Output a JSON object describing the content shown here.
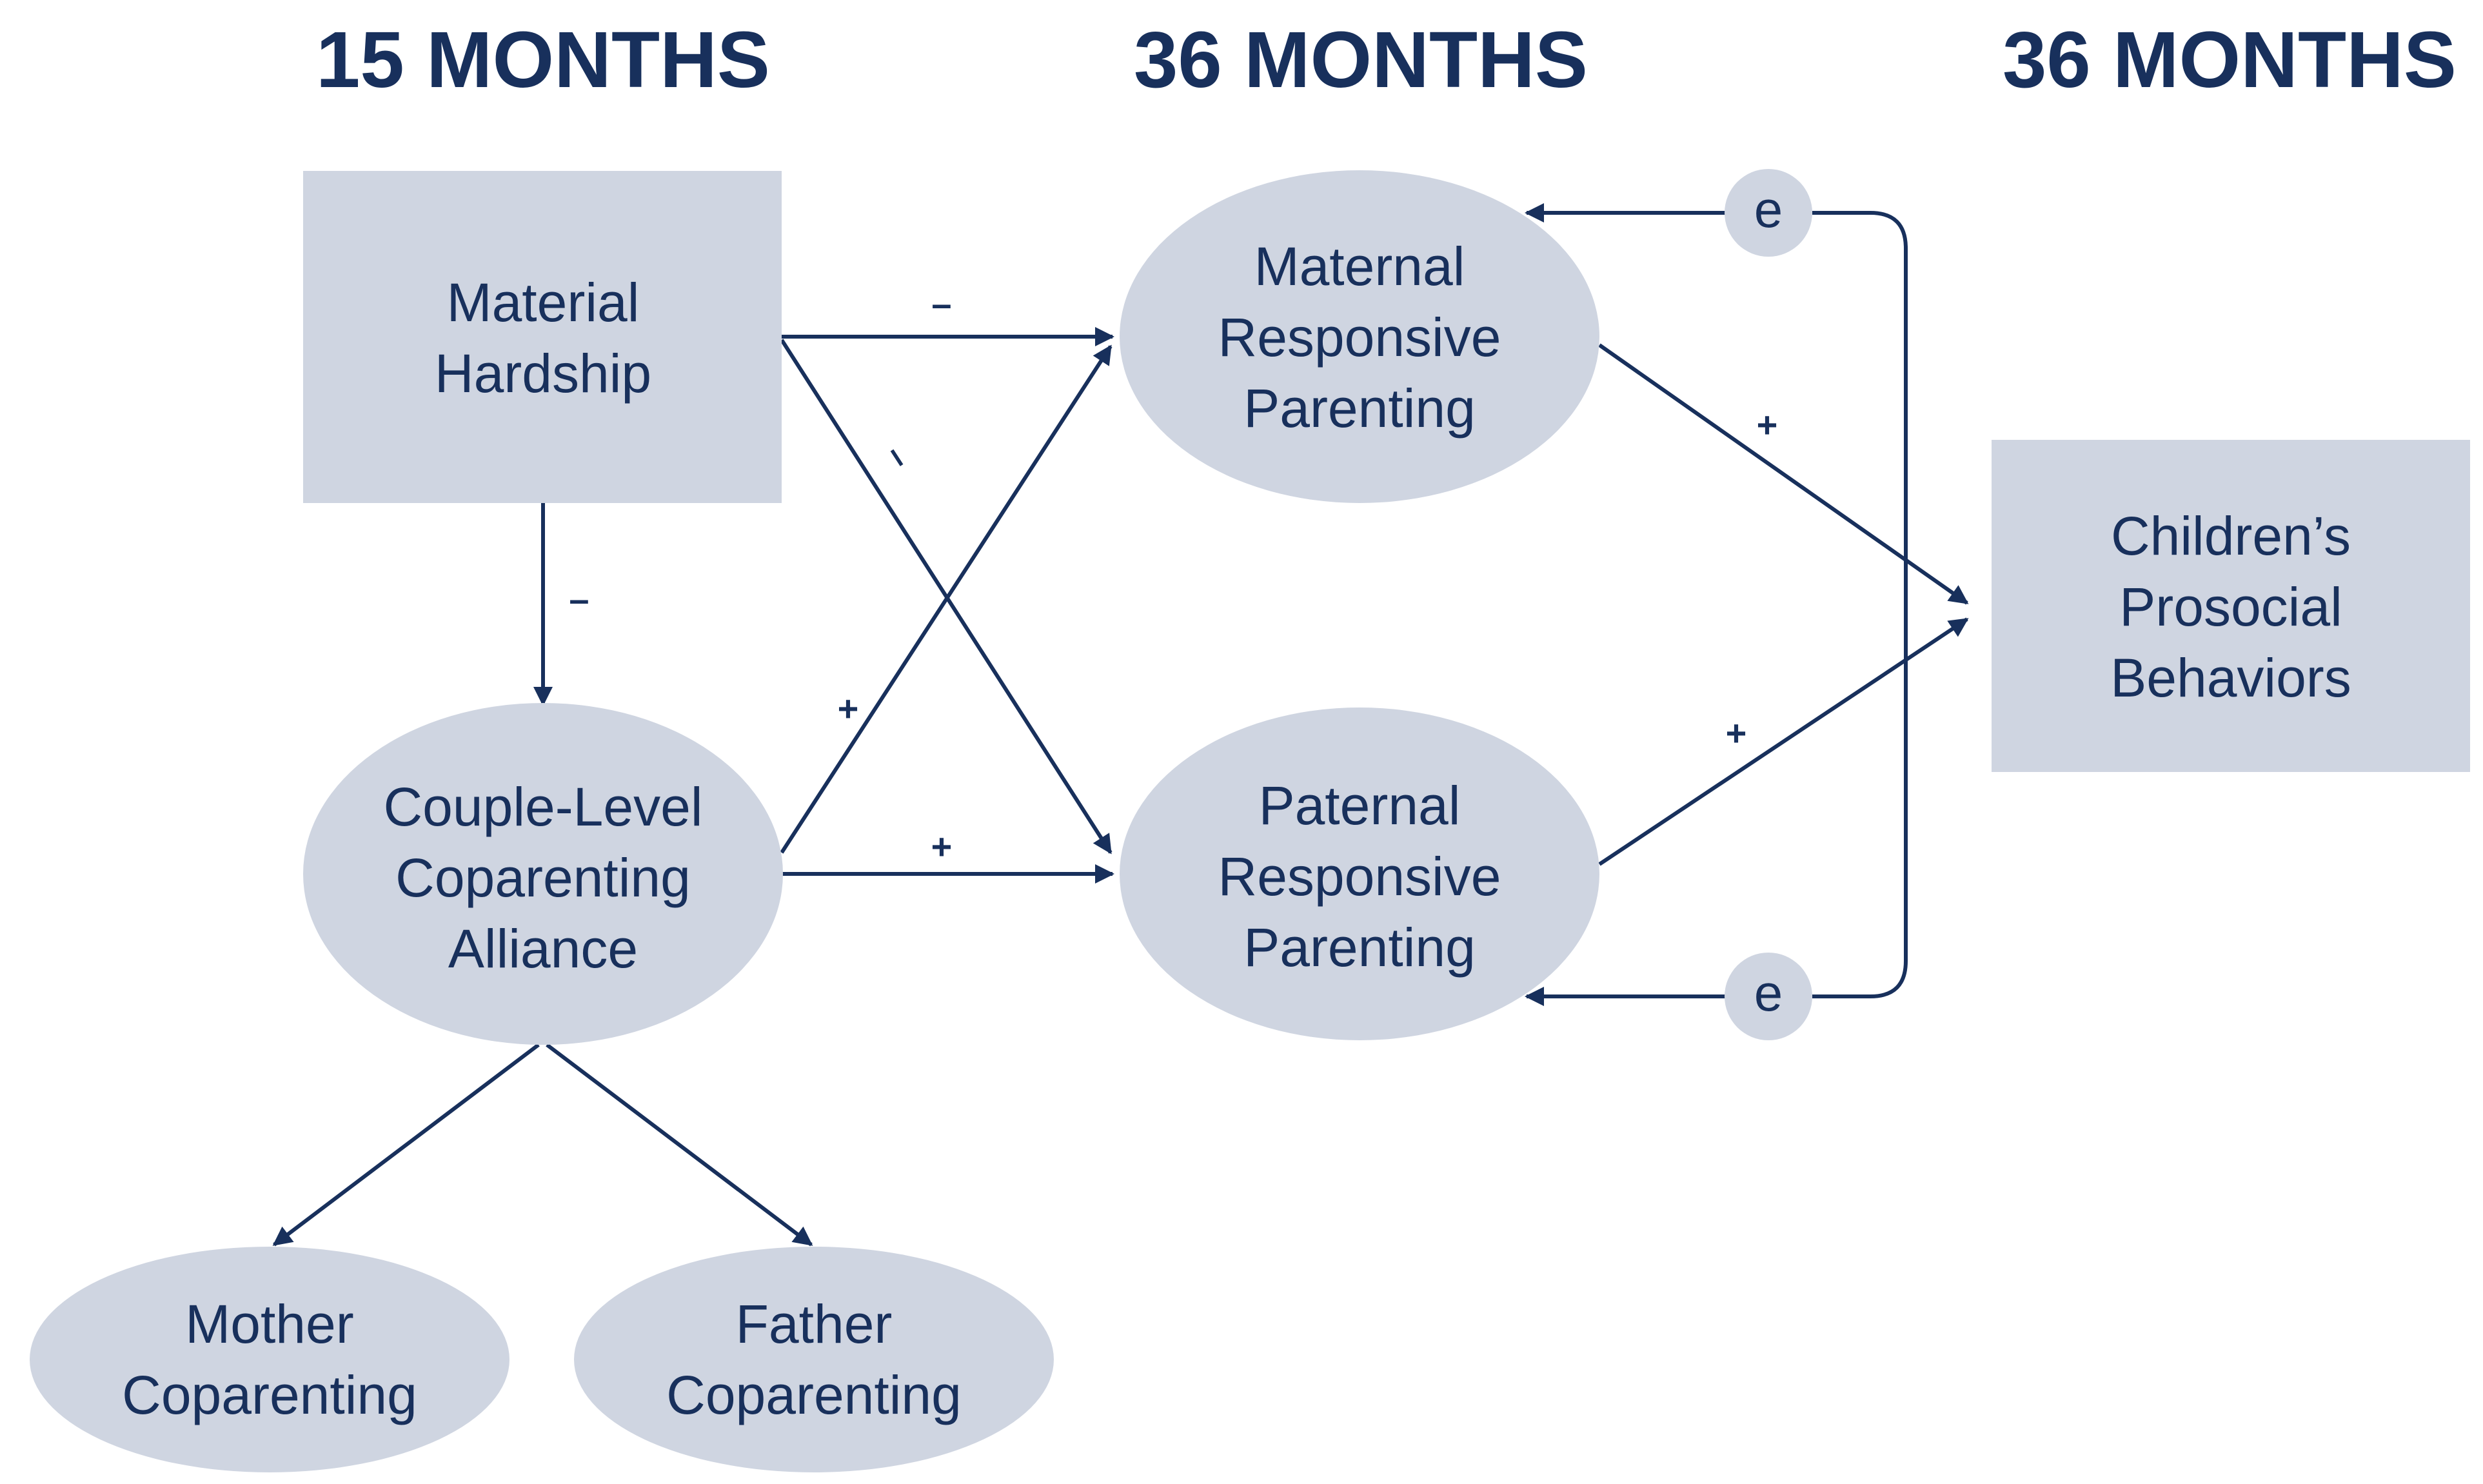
{
  "colors": {
    "navy": "#18305c",
    "node_fill": "#cfd5e1",
    "background": "#ffffff"
  },
  "headers": {
    "col1": "15 MONTHS",
    "col2": "36 MONTHS",
    "col3": "36 MONTHS"
  },
  "nodes": {
    "material_hardship": {
      "line1": "Material",
      "line2": "Hardship"
    },
    "couple_alliance": {
      "line1": "Couple-Level",
      "line2": "Coparenting",
      "line3": "Alliance"
    },
    "mother_coparenting": {
      "line1": "Mother",
      "line2": "Coparenting"
    },
    "father_coparenting": {
      "line1": "Father",
      "line2": "Coparenting"
    },
    "maternal_responsive": {
      "line1": "Maternal",
      "line2": "Responsive",
      "line3": "Parenting"
    },
    "paternal_responsive": {
      "line1": "Paternal",
      "line2": "Responsive",
      "line3": "Parenting"
    },
    "prosocial": {
      "line1": "Children’s",
      "line2": "Prosocial",
      "line3": "Behaviors"
    }
  },
  "errors": {
    "maternal": "e",
    "paternal": "e"
  },
  "edge_signs": {
    "hardship_to_maternal": "–",
    "hardship_to_paternal": "–",
    "hardship_to_alliance": "–",
    "alliance_to_maternal": "+",
    "alliance_to_paternal": "+",
    "maternal_to_prosocial": "+",
    "paternal_to_prosocial": "+"
  }
}
